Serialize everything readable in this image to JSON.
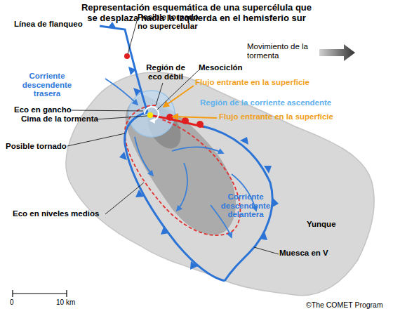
{
  "diagram": {
    "title": "Representación esquemática de una supercélula que se desplaza hacia la izquierda en el hemisferio sur",
    "labels": [
      "Línea de flanqueo",
      "Posible tornado no supercelular",
      "Movimiento de la tormenta",
      "Región de eco débil",
      "Mesociclón",
      "Corriente descendente trasera",
      "Flujo entrante en la superficie",
      "Eco en gancho",
      "Región de la corriente ascendente",
      "Cima de la tormenta",
      "Flujo entrante en la superficie",
      "Posible tornado",
      "Corriente descendente delantera",
      "Eco en niveles medios",
      "Yunque",
      "Muesca en V",
      "0",
      "10 km",
      "©The COMET Program"
    ]
  }
}
